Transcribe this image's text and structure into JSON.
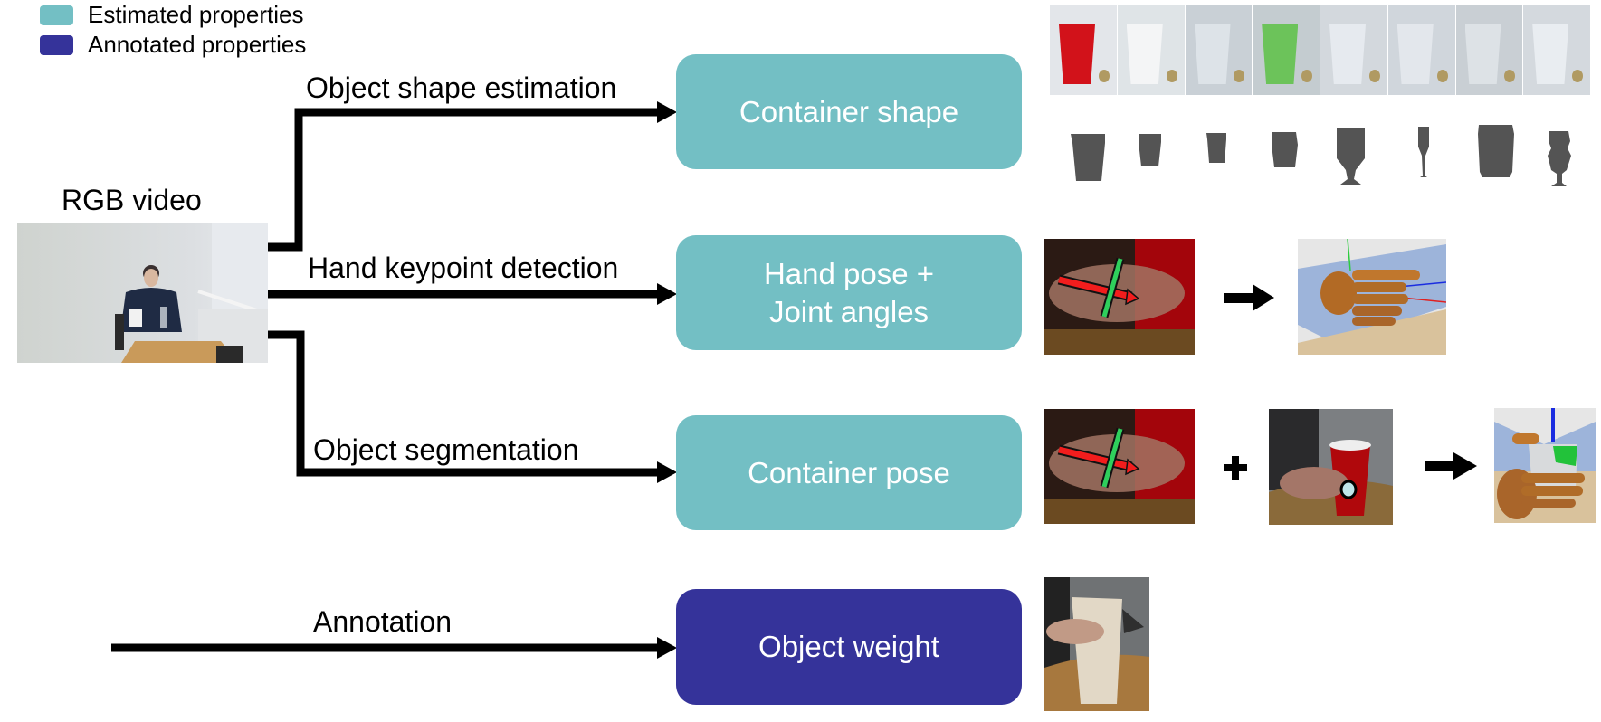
{
  "legend": {
    "items": [
      {
        "label": "Estimated properties",
        "color": "#73BFC4"
      },
      {
        "label": "Annotated properties",
        "color": "#35339A"
      }
    ]
  },
  "input": {
    "label": "RGB video",
    "image_icon": "rgb-video-frame"
  },
  "branches": [
    {
      "label": "Object shape estimation",
      "target": "Container shape",
      "type": "estimated"
    },
    {
      "label": "Hand keypoint detection",
      "target_line1": "Hand pose +",
      "target_line2": "Joint angles",
      "type": "estimated"
    },
    {
      "label": "Object segmentation",
      "target": "Container pose",
      "type": "estimated"
    },
    {
      "label": "Annotation",
      "target": "Object weight",
      "type": "annotated"
    }
  ],
  "colors": {
    "estimated": "#73BFC4",
    "annotated": "#35339A",
    "arrow": "#000000"
  },
  "outputs": {
    "shape_photos": [
      "red-cup",
      "white-cup",
      "clear-plastic-cup",
      "green-glass",
      "wine-glass",
      "flute-glass",
      "tall-clear-beaker",
      "cocktail-glass"
    ],
    "shape_meshes": [
      "red-cup-mesh",
      "white-cup-mesh",
      "clear-cup-mesh",
      "green-glass-mesh",
      "wine-glass-mesh",
      "flute-mesh",
      "beaker-mesh",
      "cocktail-glass-mesh"
    ],
    "hand_row": {
      "operator": "→"
    },
    "pose_row": {
      "plus": "+",
      "operator": "→"
    }
  }
}
